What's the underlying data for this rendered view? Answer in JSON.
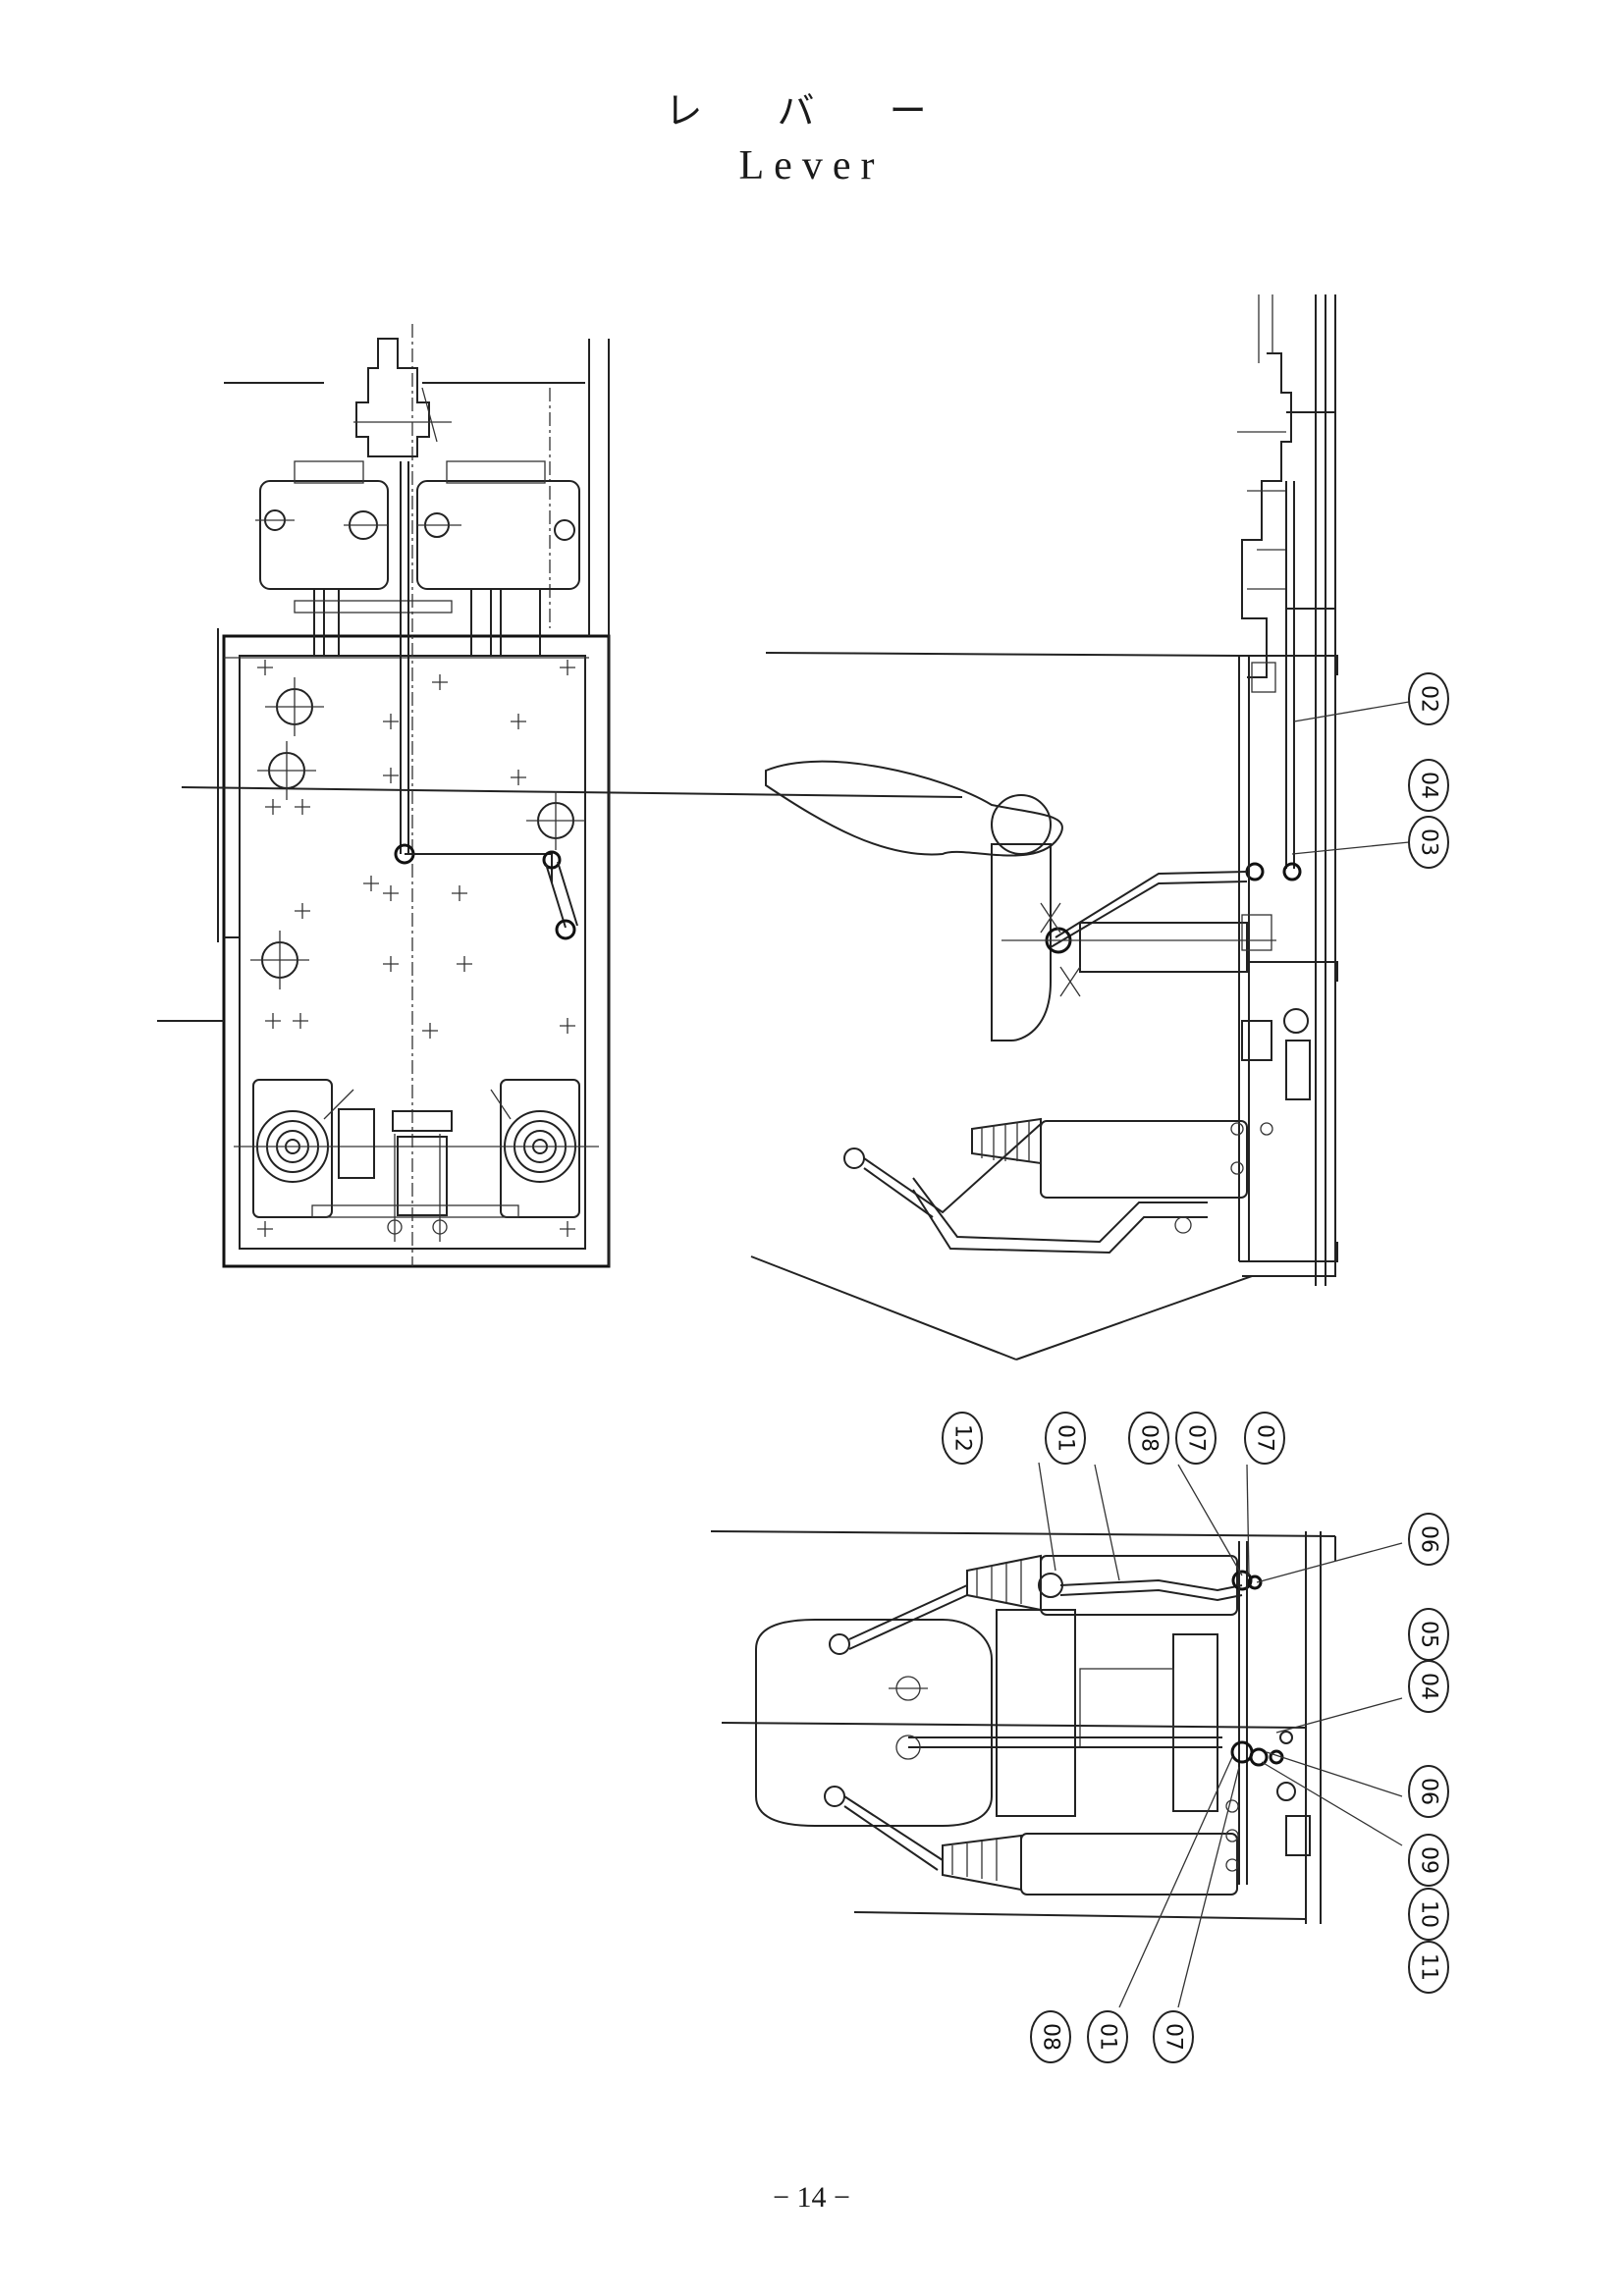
{
  "header": {
    "title_jp": "レ バ ー",
    "title_en": "Lever"
  },
  "footer": {
    "page_number": "− 14 −"
  },
  "callouts": {
    "c02": "02",
    "c04": "04",
    "c03": "03",
    "c12": "12",
    "c01a": "01",
    "c08a": "08",
    "c07a": "07",
    "c07b": "07",
    "c06a": "06",
    "c05": "05",
    "c04b": "04",
    "c06b": "06",
    "c09": "09",
    "c10": "10",
    "c11": "11",
    "c08b": "08",
    "c01b": "01",
    "c07c": "07"
  }
}
